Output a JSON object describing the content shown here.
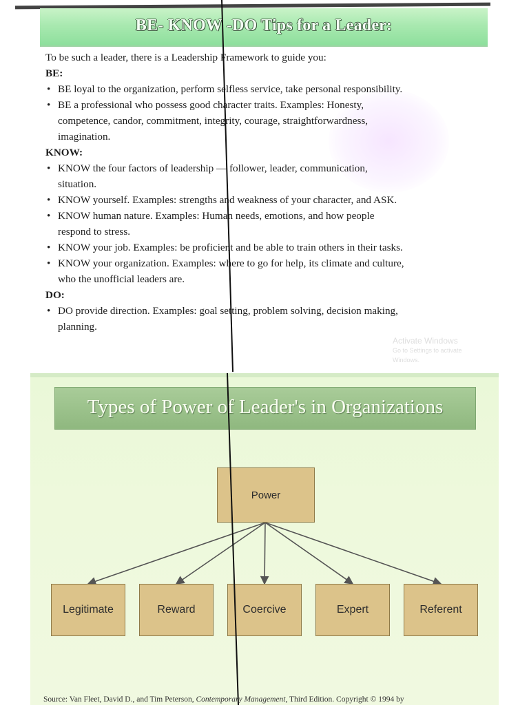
{
  "top_slide": {
    "title": "BE- KNOW -DO Tips for a Leader:",
    "intro": "To be such a leader, there is a Leadership Framework to guide you:",
    "be_heading": "BE:",
    "be_items": [
      [
        "BE loyal to the organization, perform selfless service, take personal responsibility."
      ],
      [
        "BE a professional who possess good character traits. Examples: Honesty,",
        "competence, candor, commitment, integrity, courage, straightforwardness,",
        "imagination."
      ]
    ],
    "know_heading": "KNOW:",
    "know_items": [
      [
        "KNOW the four factors of leadership — follower, leader, communication,",
        "situation."
      ],
      [
        "KNOW yourself. Examples: strengths and weakness of your character, and ASK."
      ],
      [
        "KNOW human nature. Examples: Human needs, emotions, and how people",
        "respond to stress."
      ],
      [
        "KNOW your job. Examples: be proficient and be able to train others in their tasks."
      ],
      [
        "KNOW your organization. Examples: where to go for help, its climate and culture,",
        "who the unofficial leaders are."
      ]
    ],
    "do_heading": "DO:",
    "do_items": [
      [
        "DO provide direction. Examples: goal setting, problem solving, decision making,",
        "planning."
      ]
    ],
    "watermark": {
      "line1": "Activate Windows",
      "line2": "Go to Settings to activate Windows."
    }
  },
  "bottom_slide": {
    "title": "Types of Power of Leader's  in Organizations",
    "root": "Power",
    "types": [
      "Legitimate",
      "Reward",
      "Coercive",
      "Expert",
      "Referent"
    ],
    "source_prefix": "Source: Van Fleet, David D., and Tim Peterson, ",
    "source_book": "Contemporary Management",
    "source_suffix": ", Third Edition. Copyright © 1994 by"
  },
  "colors": {
    "top_banner": "#a9e9b0",
    "bottom_banner": "#8fb87f",
    "box_fill": "#dcc38a",
    "box_border": "#8e7a48",
    "slide_background": "#eef9dc"
  }
}
